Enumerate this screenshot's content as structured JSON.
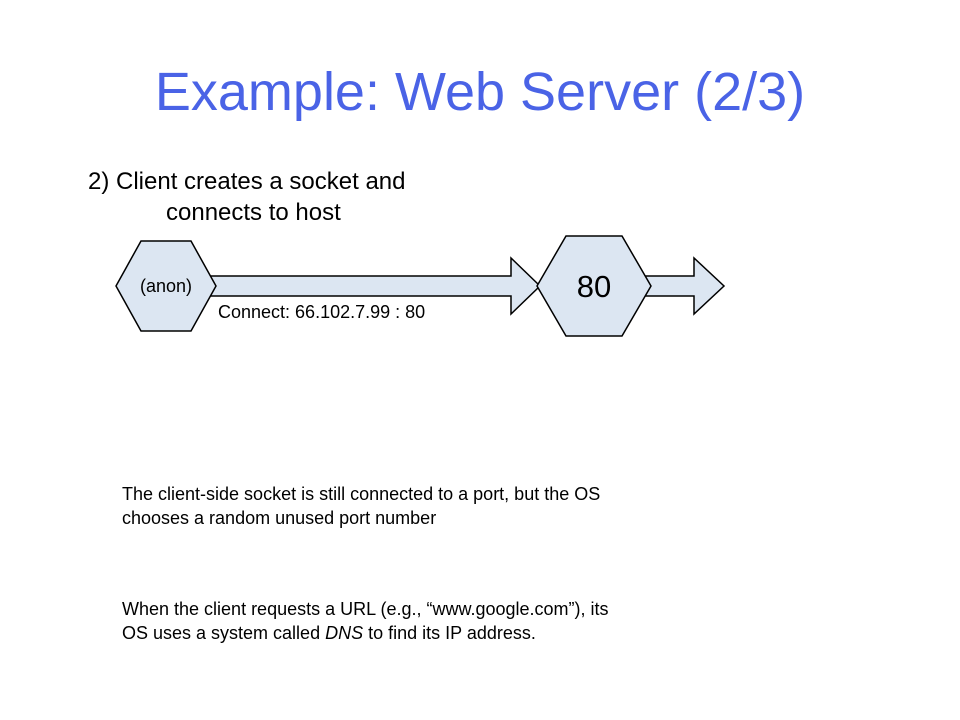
{
  "slide": {
    "title": "Example: Web Server (2/3)",
    "step_caption_line1": "2) Client creates a socket and",
    "step_caption_line2": "connects to host"
  },
  "diagram": {
    "client_socket_label": "(anon)",
    "server_socket_label": "80",
    "connection_label": "Connect: 66.102.7.99 : 80",
    "colors": {
      "node_fill": "#dce6f2",
      "stroke": "#000000",
      "arrow_fill": "#dce6f2"
    }
  },
  "notes": {
    "para1_line1": "The client-side socket is still connected to a port, but the OS",
    "para1_line2": "chooses a random unused port number",
    "para2_line1": "When the client requests a URL (e.g., “www.google.com”), its",
    "para2_line2_before": "OS uses a system called ",
    "para2_line2_em": "DNS",
    "para2_line2_after": " to find its IP address."
  }
}
